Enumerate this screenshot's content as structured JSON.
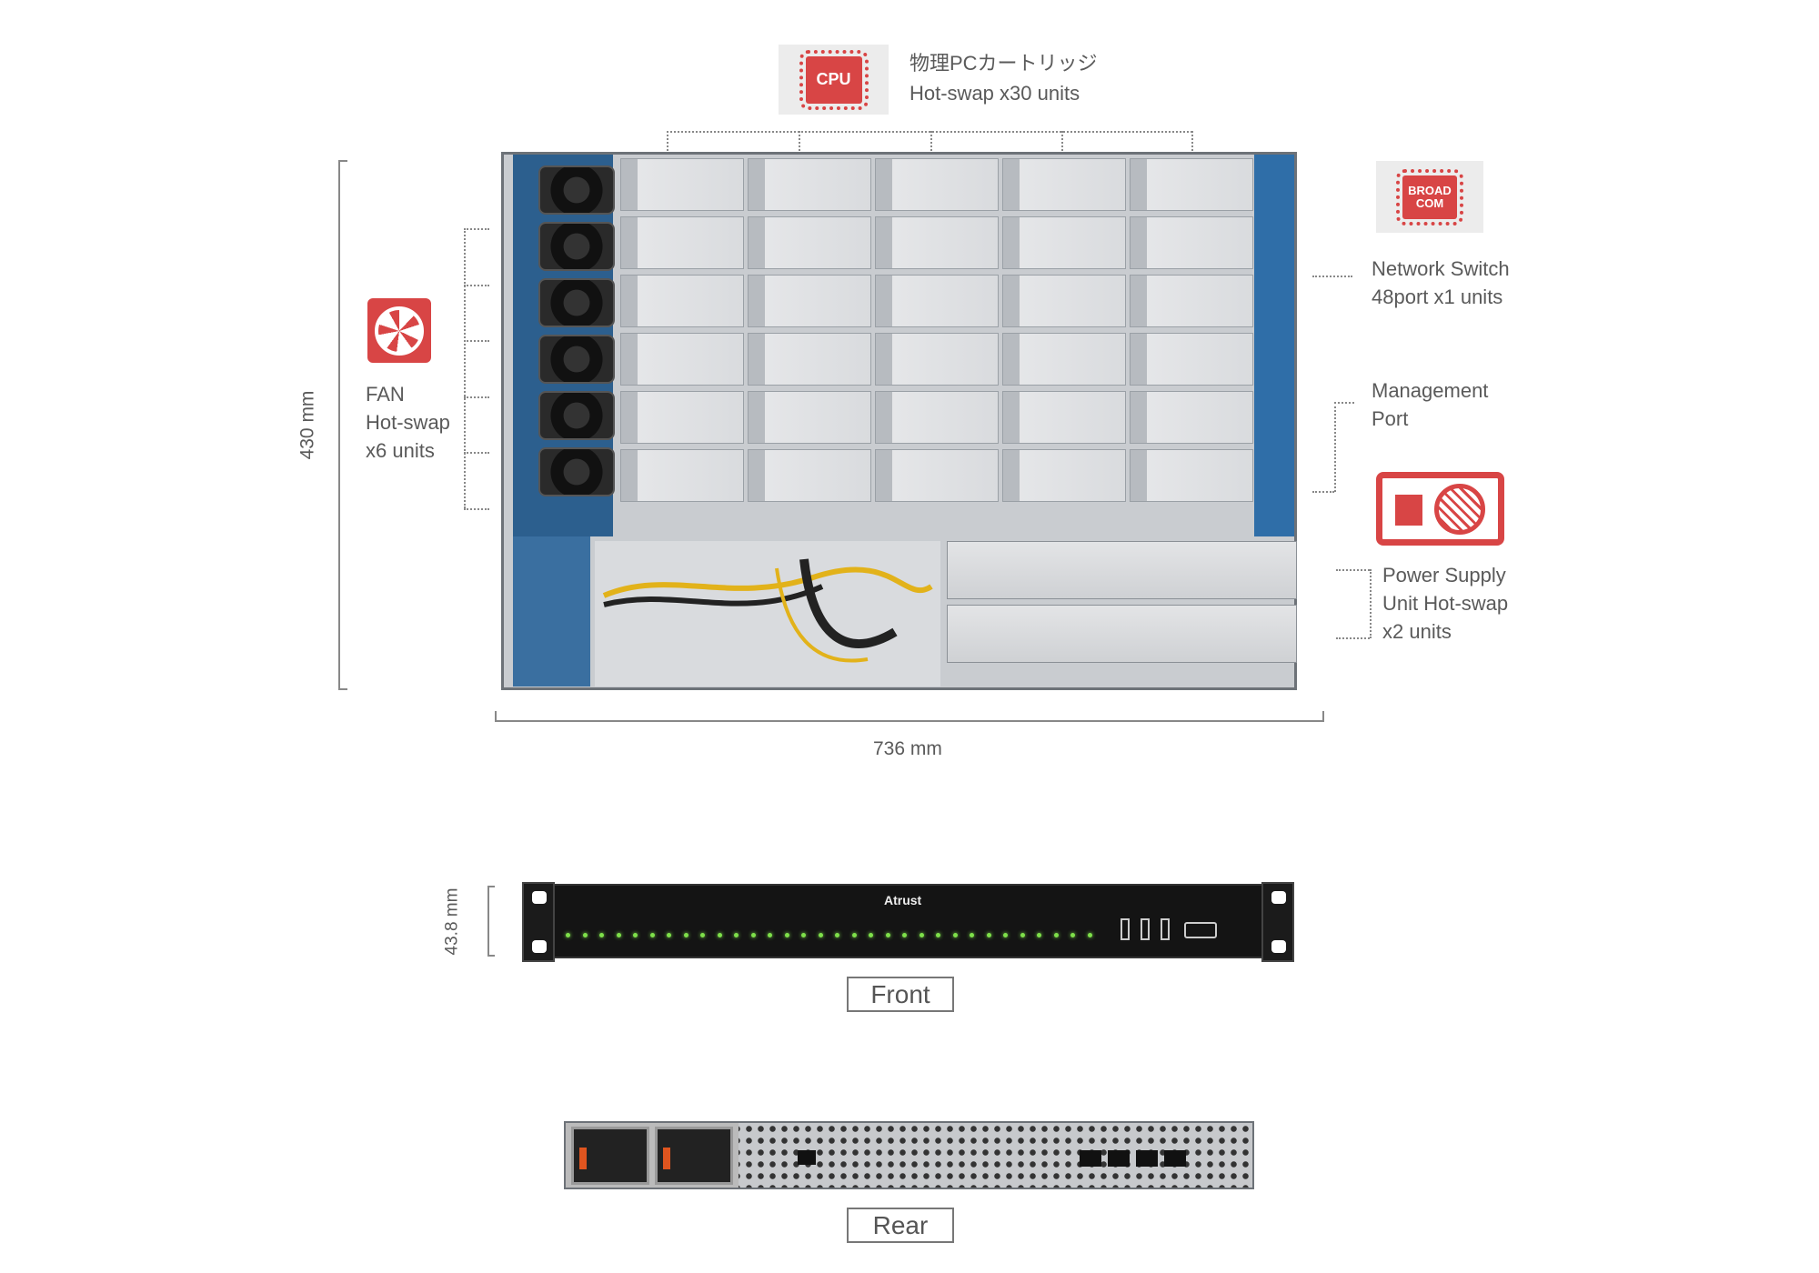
{
  "cpu": {
    "icon_label": "CPU",
    "line1": "物理PCカートリッジ",
    "line2": "Hot-swap x30 units"
  },
  "fan": {
    "line1": "FAN",
    "line2": "Hot-swap",
    "line3": "x6 units"
  },
  "switch": {
    "icon_label": "BROAD COM",
    "line1": "Network Switch",
    "line2": "48port x1 units"
  },
  "management": {
    "line1": "Management",
    "line2": "Port"
  },
  "psu": {
    "line1": "Power Supply",
    "line2": "Unit Hot-swap",
    "line3": "x2 units"
  },
  "dimensions": {
    "depth": "430 mm",
    "width": "736 mm",
    "height": "43.8 mm"
  },
  "front": {
    "brand": "Atrust",
    "label": "Front"
  },
  "rear": {
    "label": "Rear"
  },
  "colors": {
    "accent": "#d84545",
    "led": "#7ee04a"
  }
}
